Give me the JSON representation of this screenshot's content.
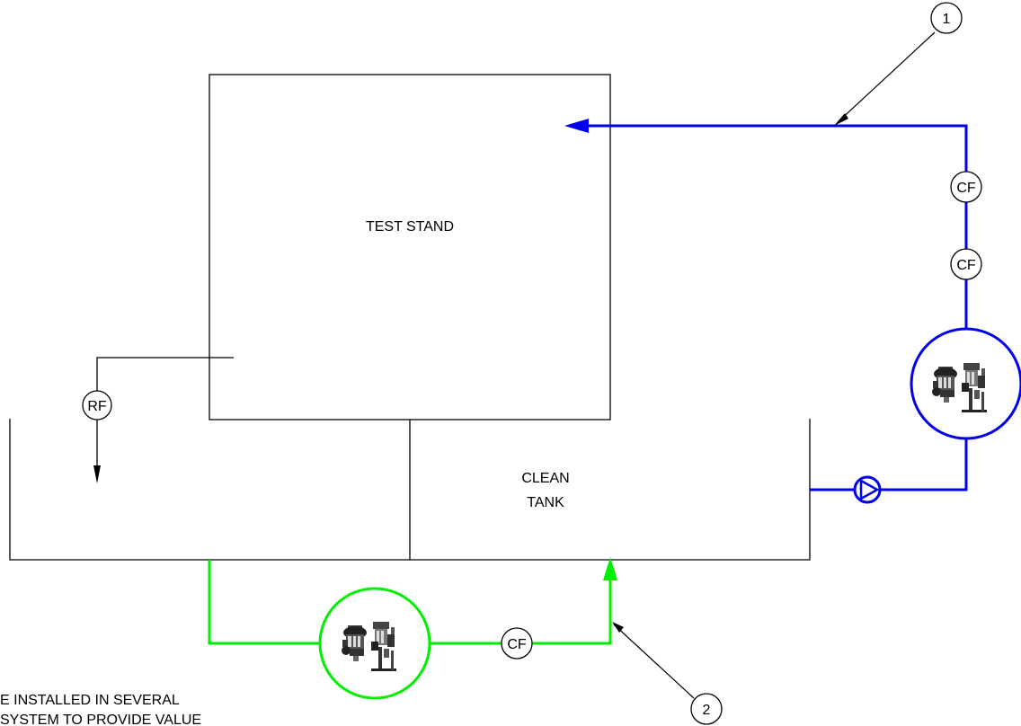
{
  "labels": {
    "test_stand": "TEST STAND",
    "clean_tank_line1": "CLEAN",
    "clean_tank_line2": "TANK",
    "callout_1": "1",
    "callout_2": "2",
    "rf_symbol": "RF",
    "cf_top": "CF",
    "cf_middle": "CF",
    "cf_bottom": "CF"
  },
  "note": {
    "line1": "E INSTALLED IN SEVERAL",
    "line2": "SYSTEM TO PROVIDE VALUE"
  },
  "colors": {
    "return_line": "#0000ff",
    "supply_line": "#00ee00",
    "structure": "#000000"
  },
  "icons": {
    "filter_unit": "filter-cart-icon",
    "pump": "pump-icon"
  }
}
